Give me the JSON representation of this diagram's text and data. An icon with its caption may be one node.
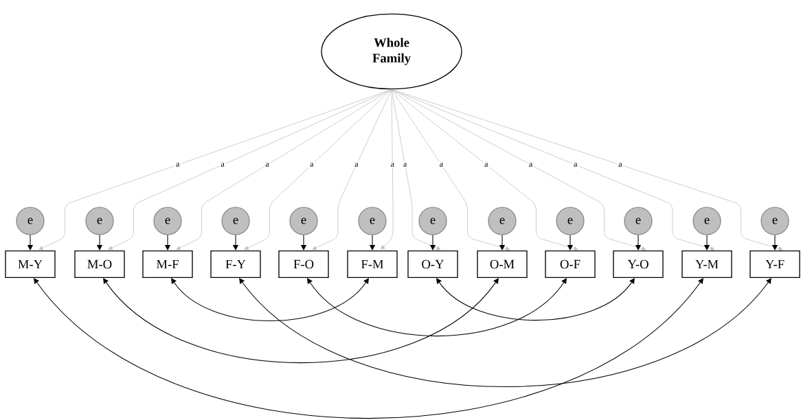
{
  "diagram": {
    "nodes": [
      {
        "text": [
          "Whole Family"
        ]
      },
      {
        "text": [
          "e"
        ]
      },
      {
        "text": [
          "e"
        ]
      },
      {
        "text": [
          "e"
        ]
      },
      {
        "text": [
          "e"
        ]
      },
      {
        "text": [
          "e"
        ]
      },
      {
        "text": [
          "e"
        ]
      },
      {
        "text": [
          "e"
        ]
      },
      {
        "text": [
          "e"
        ]
      },
      {
        "text": [
          "e"
        ]
      },
      {
        "text": [
          "e"
        ]
      },
      {
        "text": [
          "e"
        ]
      },
      {
        "text": [
          "e"
        ]
      },
      {
        "text": [
          "M-Y"
        ]
      },
      {
        "text": [
          "M-O"
        ]
      },
      {
        "text": [
          "M-F"
        ]
      },
      {
        "text": [
          "F-Y"
        ]
      },
      {
        "text": [
          "F-O"
        ]
      },
      {
        "text": [
          "F-M"
        ]
      },
      {
        "text": [
          "O-Y"
        ]
      },
      {
        "text": [
          "O-M"
        ]
      },
      {
        "text": [
          "O-F"
        ]
      },
      {
        "text": [
          "Y-O"
        ]
      },
      {
        "text": [
          "Y-M"
        ]
      },
      {
        "text": [
          "Y-F"
        ]
      }
    ],
    "edges": [
      {
        "from": 0,
        "to": 13,
        "arrow": "to",
        "label": "a",
        "color": "#c0c0c0"
      },
      {
        "from": 0,
        "to": 14,
        "arrow": "to",
        "label": "a",
        "color": "#c0c0c0"
      },
      {
        "from": 0,
        "to": 15,
        "arrow": "to",
        "label": "a",
        "color": "#c0c0c0"
      },
      {
        "from": 0,
        "to": 16,
        "arrow": "to",
        "label": "a",
        "color": "#c0c0c0"
      },
      {
        "from": 0,
        "to": 17,
        "arrow": "to",
        "label": "a",
        "color": "#c0c0c0"
      },
      {
        "from": 0,
        "to": 18,
        "arrow": "to",
        "label": "a",
        "color": "#c0c0c0"
      },
      {
        "from": 0,
        "to": 19,
        "arrow": "to",
        "label": "a",
        "color": "#c0c0c0"
      },
      {
        "from": 0,
        "to": 20,
        "arrow": "to",
        "label": "a",
        "color": "#c0c0c0"
      },
      {
        "from": 0,
        "to": 21,
        "arrow": "to",
        "label": "a",
        "color": "#c0c0c0"
      },
      {
        "from": 0,
        "to": 22,
        "arrow": "to",
        "label": "a",
        "color": "#c0c0c0"
      },
      {
        "from": 0,
        "to": 23,
        "arrow": "to",
        "label": "a",
        "color": "#c0c0c0"
      },
      {
        "from": 0,
        "to": 24,
        "arrow": "to",
        "label": "a",
        "color": "#c0c0c0"
      },
      {
        "from": 1,
        "to": 13,
        "arrow": "to",
        "color": "#000000"
      },
      {
        "from": 2,
        "to": 14,
        "arrow": "to",
        "color": "#000000"
      },
      {
        "from": 3,
        "to": 15,
        "arrow": "to",
        "color": "#000000"
      },
      {
        "from": 4,
        "to": 16,
        "arrow": "to",
        "color": "#000000"
      },
      {
        "from": 5,
        "to": 17,
        "arrow": "to",
        "color": "#000000"
      },
      {
        "from": 6,
        "to": 18,
        "arrow": "to",
        "color": "#000000"
      },
      {
        "from": 7,
        "to": 19,
        "arrow": "to",
        "color": "#000000"
      },
      {
        "from": 8,
        "to": 20,
        "arrow": "to",
        "color": "#000000"
      },
      {
        "from": 9,
        "to": 21,
        "arrow": "to",
        "color": "#000000"
      },
      {
        "from": 10,
        "to": 22,
        "arrow": "to",
        "color": "#000000"
      },
      {
        "from": 11,
        "to": 23,
        "arrow": "to",
        "color": "#000000"
      },
      {
        "from": 12,
        "to": 24,
        "arrow": "to",
        "color": "#000000"
      },
      {
        "from": 13,
        "to": 23,
        "arrow": "both",
        "color": "#000000"
      },
      {
        "from": 14,
        "to": 20,
        "arrow": "both",
        "color": "#000000"
      },
      {
        "from": 15,
        "to": 18,
        "arrow": "both",
        "color": "#000000"
      },
      {
        "from": 16,
        "to": 24,
        "arrow": "both",
        "color": "#000000"
      },
      {
        "from": 17,
        "to": 21,
        "arrow": "both",
        "color": "#000000"
      },
      {
        "from": 19,
        "to": 22,
        "arrow": "both",
        "color": "#000000"
      }
    ]
  }
}
